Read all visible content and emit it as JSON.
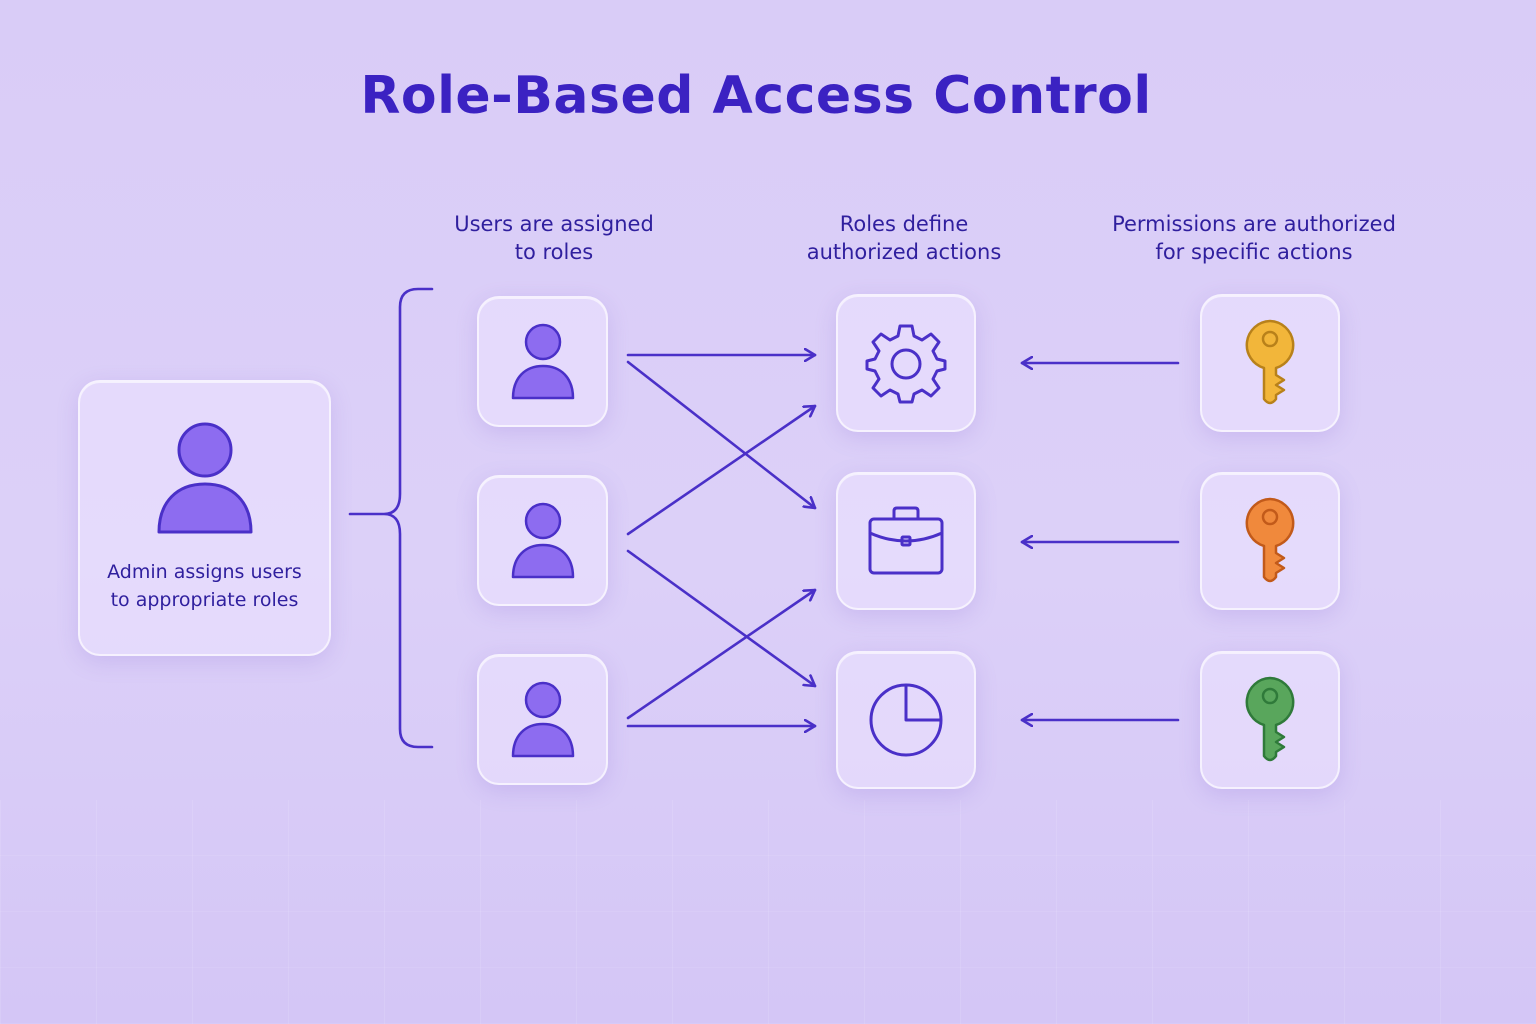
{
  "title": "Role-Based Access Control",
  "columns": {
    "users": {
      "line1": "Users are assigned",
      "line2": "to roles"
    },
    "roles": {
      "line1": "Roles define",
      "line2": "authorized actions"
    },
    "permissions": {
      "line1": "Permissions are authorized",
      "line2": "for specific actions"
    }
  },
  "admin": {
    "line1": "Admin assigns users",
    "line2": "to appropriate roles",
    "icon": "admin-user-icon"
  },
  "users": [
    {
      "icon": "user-icon"
    },
    {
      "icon": "user-icon"
    },
    {
      "icon": "user-icon"
    }
  ],
  "roles": [
    {
      "icon": "gear-icon"
    },
    {
      "icon": "briefcase-icon"
    },
    {
      "icon": "pie-chart-icon"
    }
  ],
  "permissions": [
    {
      "icon": "key-icon",
      "color": "#f2b63a"
    },
    {
      "icon": "key-icon",
      "color": "#f0893c"
    },
    {
      "icon": "key-icon",
      "color": "#59a65c"
    }
  ],
  "colors": {
    "accent": "#3b22c2",
    "line": "#4a30c8",
    "user_fill": "#8d6cf0"
  }
}
